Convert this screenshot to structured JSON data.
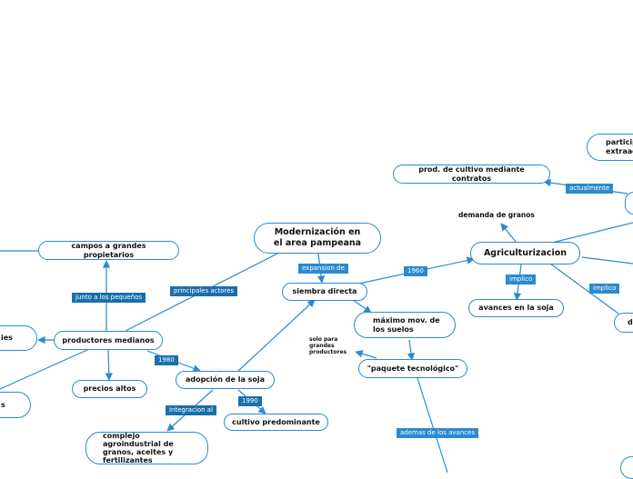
{
  "colors": {
    "line": "#2b8ad0",
    "tag_fill": "#2b8ad0",
    "tag_fill_dark": "#1b6fab",
    "node_border": "#2b8ad0"
  },
  "nodes": {
    "modernizacion": "Modernización en el area pampeana",
    "siembra": "siembra directa",
    "agriculturizacion": "Agriculturizacion",
    "contratos": "prod. de cultivo mediante contratos",
    "participacion": "particip extraag",
    "demanda": "demanda de granos",
    "avances_soja": "avances en la soja",
    "maximo": "máximo mov. de los suelos",
    "paquete": "\"paquete tecnológico\"",
    "solo_grandes": "solo para grandes productores",
    "campos": "campos a grandes propietarios",
    "medianos": "productores medianos",
    "precios": "precios altos",
    "adopcion": "adopción de la soja",
    "cultivo": "cultivo predominante",
    "complejo": "complejo agroindustrial de granos, aceites y fertilizantes",
    "left_ies": "ies",
    "left_s": "s",
    "right_d": "d"
  },
  "tags": {
    "expansion": "expansion de",
    "principales": "principales actores",
    "y1960": "1960",
    "actualmente": "actualmente",
    "implico1": "implico",
    "implico2": "implico",
    "junto": "junto a los pequeños",
    "y1980": "1980",
    "y1990": "1990",
    "integracion": "integracion al",
    "ademas": "ademas de los avances"
  }
}
